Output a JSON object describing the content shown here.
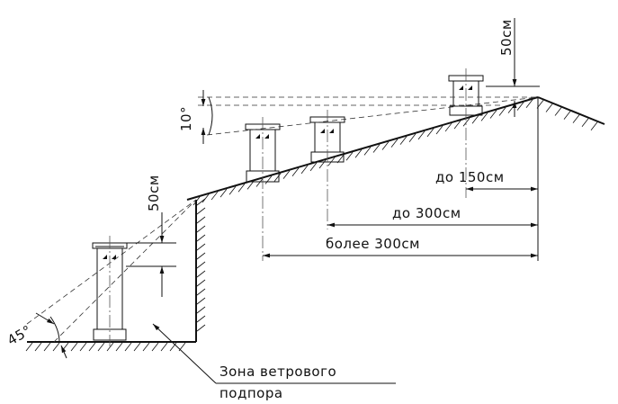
{
  "labels": {
    "dim_50_top": "50см",
    "dim_50_left": "50см",
    "angle_10": "10°",
    "angle_45": "45°",
    "dim_150": "до 150см",
    "dim_300": "до 300см",
    "dim_more_300": "более 300см",
    "zone_line1": "Зона ветрового",
    "zone_line2": "подпора"
  }
}
